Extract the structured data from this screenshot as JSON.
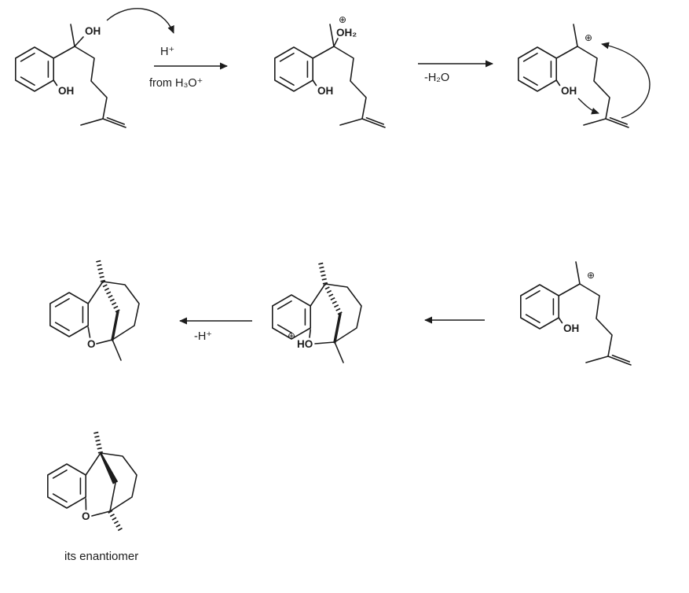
{
  "figure": {
    "type": "reaction-mechanism-scheme",
    "background": "#ffffff",
    "ink": "#1c1c1c"
  },
  "structures": {
    "diol": {
      "alcohol_label": "OH",
      "phenol_label": "OH"
    },
    "protonated_alcohol": {
      "charge": "⊕",
      "oxonium_label": "OH₂",
      "phenol_label": "OH"
    },
    "benzylic_cation_top": {
      "charge": "⊕",
      "phenol_label": "OH"
    },
    "benzylic_cation_mid": {
      "charge": "⊕",
      "phenol_label": "OH"
    },
    "protonated_ether": {
      "charge": "⊕",
      "hydroxyl_label": "HO"
    },
    "product": {
      "oxygen_label": "O"
    },
    "enantiomer": {
      "oxygen_label": "O",
      "caption": "its enantiomer"
    }
  },
  "arrows": {
    "step1": {
      "above": "H⁺",
      "below": "from H₃O⁺"
    },
    "step2": {
      "below": "-H₂O"
    },
    "step3": {
      "below": ""
    },
    "step4": {
      "below": "-H⁺"
    }
  }
}
